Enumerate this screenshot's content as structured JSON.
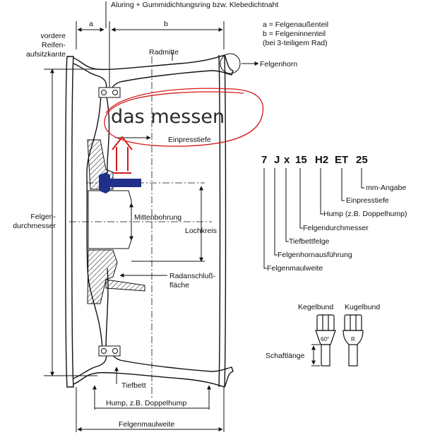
{
  "labels": {
    "top_note": "Aluring + Gummidichtungsring bzw. Klebedichtnaht",
    "dim_a": "a",
    "dim_b": "b",
    "legend_a": "a = Felgenaußenteil",
    "legend_b": "b = Felgeninnenteil",
    "legend_b2": "(bei 3-teiligem Rad)",
    "radmitte": "Radmitte",
    "felgenhorn": "Felgenhorn",
    "vordere_line1": "vordere",
    "vordere_line2": "Reifen-",
    "vordere_line3": "aufsitzkante",
    "einpresstiefe": "Einpresstiefe",
    "felgen_line1": "Felgen-",
    "felgen_line2": "durchmesser",
    "mittenbohrung": "Mittenbohrung",
    "lochkreis": "Lochkreis",
    "radanschluss_line1": "Radanschluß-",
    "radanschluss_line2": "fläche",
    "tiefbett": "Tiefbett",
    "hump": "Hump, z.B. Doppelhump",
    "felgenmaulweite_bottom": "Felgenmaulweite",
    "kegelbund": "Kegelbund",
    "kugelbund": "Kugelbund",
    "schaftlaenge": "Schaftlänge",
    "angle": "60°",
    "radius": "R"
  },
  "annotation": {
    "text": "das messen",
    "ink_color": "#d11a1a"
  },
  "code": {
    "parts": [
      "7",
      "J",
      "x",
      "15",
      "H2",
      "ET",
      "25"
    ],
    "legend": [
      "mm-Angabe",
      "Einpresstiefe",
      "Hump (z.B. Doppelhump)",
      "Felgendurchmesser",
      "Tiefbettfelge",
      "Felgenhornausführung",
      "Felgenmaulweite"
    ]
  },
  "colors": {
    "bolt": "#1f2f8a",
    "line": "#111111"
  }
}
